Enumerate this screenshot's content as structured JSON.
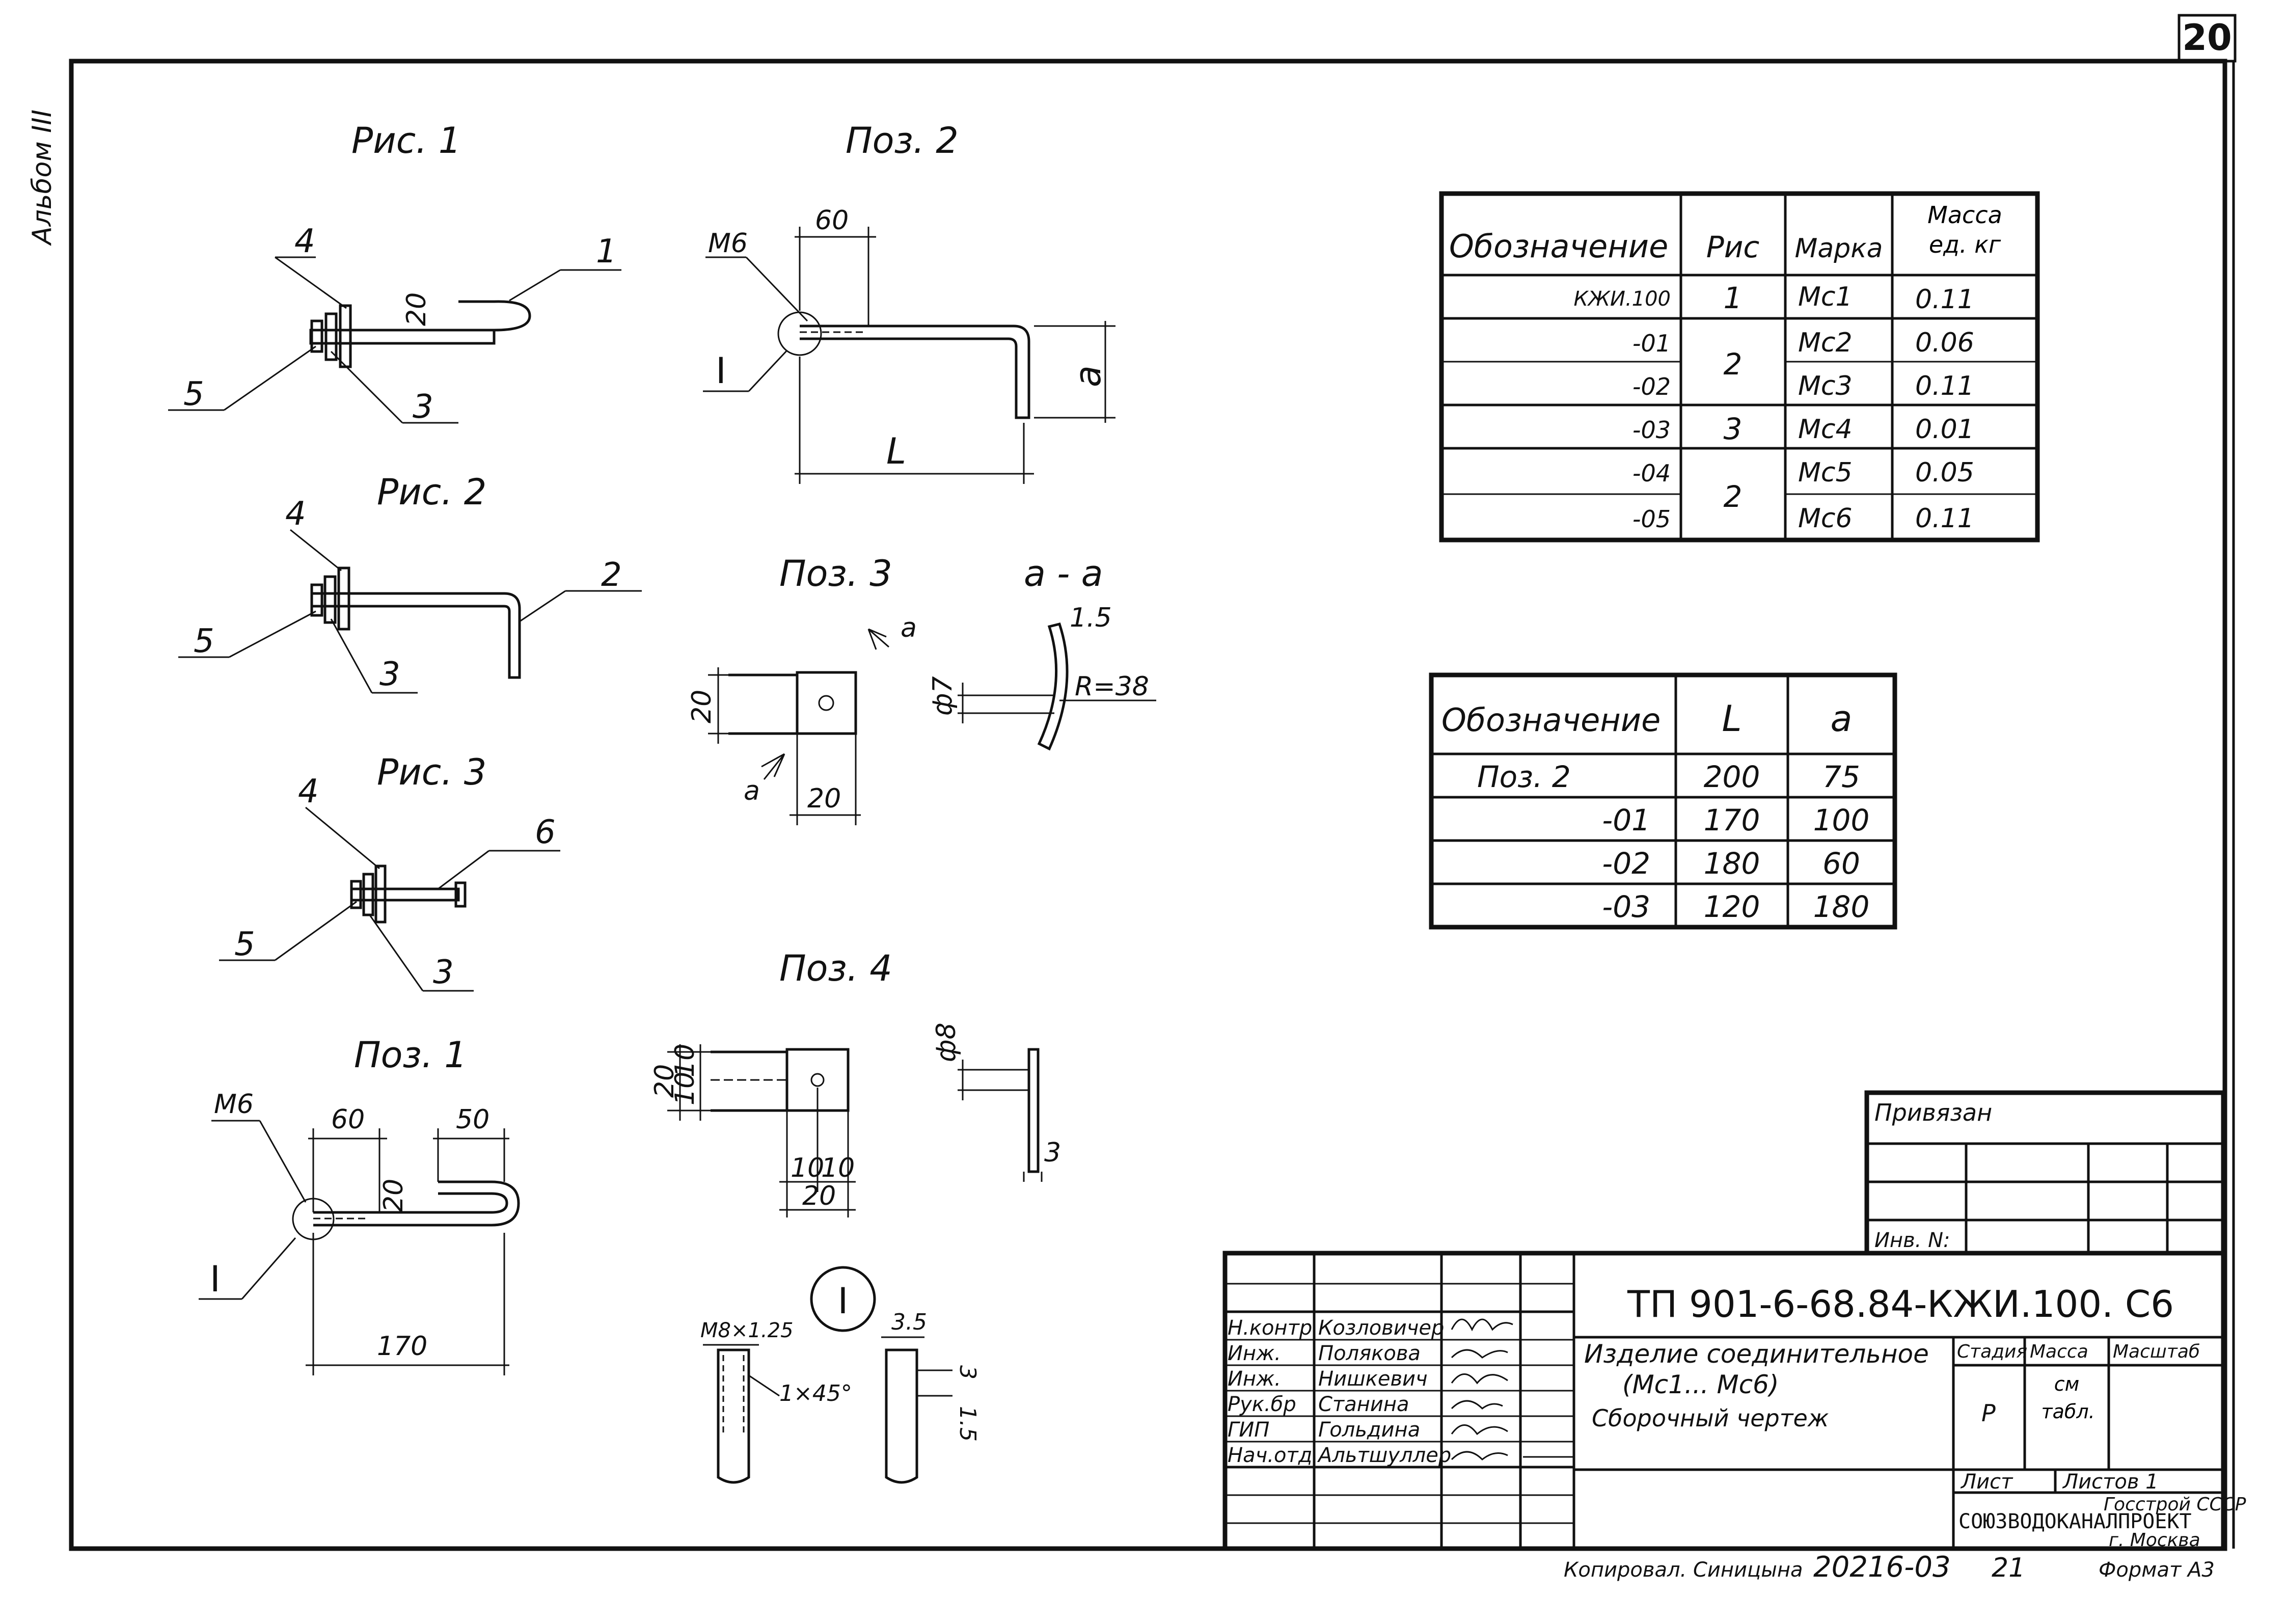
{
  "sheet_number": "20",
  "side_label": "Альбом III",
  "figures": {
    "ris1": "Рис. 1",
    "ris2": "Рис. 2",
    "ris3": "Рис. 3",
    "poz1": "Поз. 1",
    "poz2": "Поз. 2",
    "poz3": "Поз. 3",
    "poz4": "Поз. 4",
    "section_aa": "а - а",
    "node_I": "I"
  },
  "callouts": [
    "1",
    "2",
    "3",
    "4",
    "5",
    "6"
  ],
  "dimensions": {
    "d20": "20",
    "d60": "60",
    "d50": "50",
    "d170": "170",
    "dL": "L",
    "da": "а",
    "m6": "М6",
    "r38": "R=38",
    "d15": "1.5",
    "phi7": "ф7",
    "phi8": "ф8",
    "d10": "10",
    "d3": "3",
    "m8": "М8×1.25",
    "chamfer": "1×45°",
    "d35": "3.5",
    "arrow_a": "а"
  },
  "mass_table": {
    "headers": [
      "Обозначение",
      "Рис",
      "Марка",
      "Масса ед. кг"
    ],
    "rows": [
      {
        "designation": "КЖИ.100",
        "ris": "1",
        "mark": "Мс1",
        "mass": "0.11"
      },
      {
        "designation": "-01",
        "ris": "2",
        "mark": "Мс2",
        "mass": "0.06"
      },
      {
        "designation": "-02",
        "ris": "",
        "mark": "Мс3",
        "mass": "0.11"
      },
      {
        "designation": "-03",
        "ris": "3",
        "mark": "Мс4",
        "mass": "0.01"
      },
      {
        "designation": "-04",
        "ris": "2",
        "mark": "Мс5",
        "mass": "0.05"
      },
      {
        "designation": "-05",
        "ris": "",
        "mark": "Мс6",
        "mass": "0.11"
      }
    ]
  },
  "dim_table": {
    "headers": [
      "Обозначение",
      "L",
      "а"
    ],
    "rows": [
      {
        "designation": "Поз. 2",
        "L": "200",
        "a": "75"
      },
      {
        "designation": "-01",
        "L": "170",
        "a": "100"
      },
      {
        "designation": "-02",
        "L": "180",
        "a": "60"
      },
      {
        "designation": "-03",
        "L": "120",
        "a": "180"
      }
    ]
  },
  "title_block": {
    "privyazan": "Привязан",
    "inv": "Инв. N:",
    "code": "ТП 901-6-68.84-КЖИ.100. С6",
    "name_line1": "Изделие соединительное",
    "name_line2": "(Мс1... Мс6)",
    "name_line3": "Сборочный чертеж",
    "stage_label": "Стадия",
    "mass_label": "Масса",
    "scale_label": "Масштаб",
    "stage": "Р",
    "mass_value": "см табл.",
    "sheet_label": "Лист",
    "sheets_label": "Листов 1",
    "org1": "Госстрой СССР",
    "org2": "СОЮЗВОДОКАНАЛПРОЕКТ",
    "org3": "г. Москва",
    "signers": [
      {
        "role": "Н.контр",
        "name": "Козловичер"
      },
      {
        "role": "Инж.",
        "name": "Полякова"
      },
      {
        "role": "Инж.",
        "name": "Нишкевич"
      },
      {
        "role": "Рук.бр",
        "name": "Станина"
      },
      {
        "role": "ГИП",
        "name": "Гольдина"
      },
      {
        "role": "Нач.отд",
        "name": "Альтшуллер"
      }
    ]
  },
  "footer": {
    "copied": "Копировал. Синицына",
    "number": "20216-03",
    "page": "21",
    "format": "Формат А3"
  }
}
